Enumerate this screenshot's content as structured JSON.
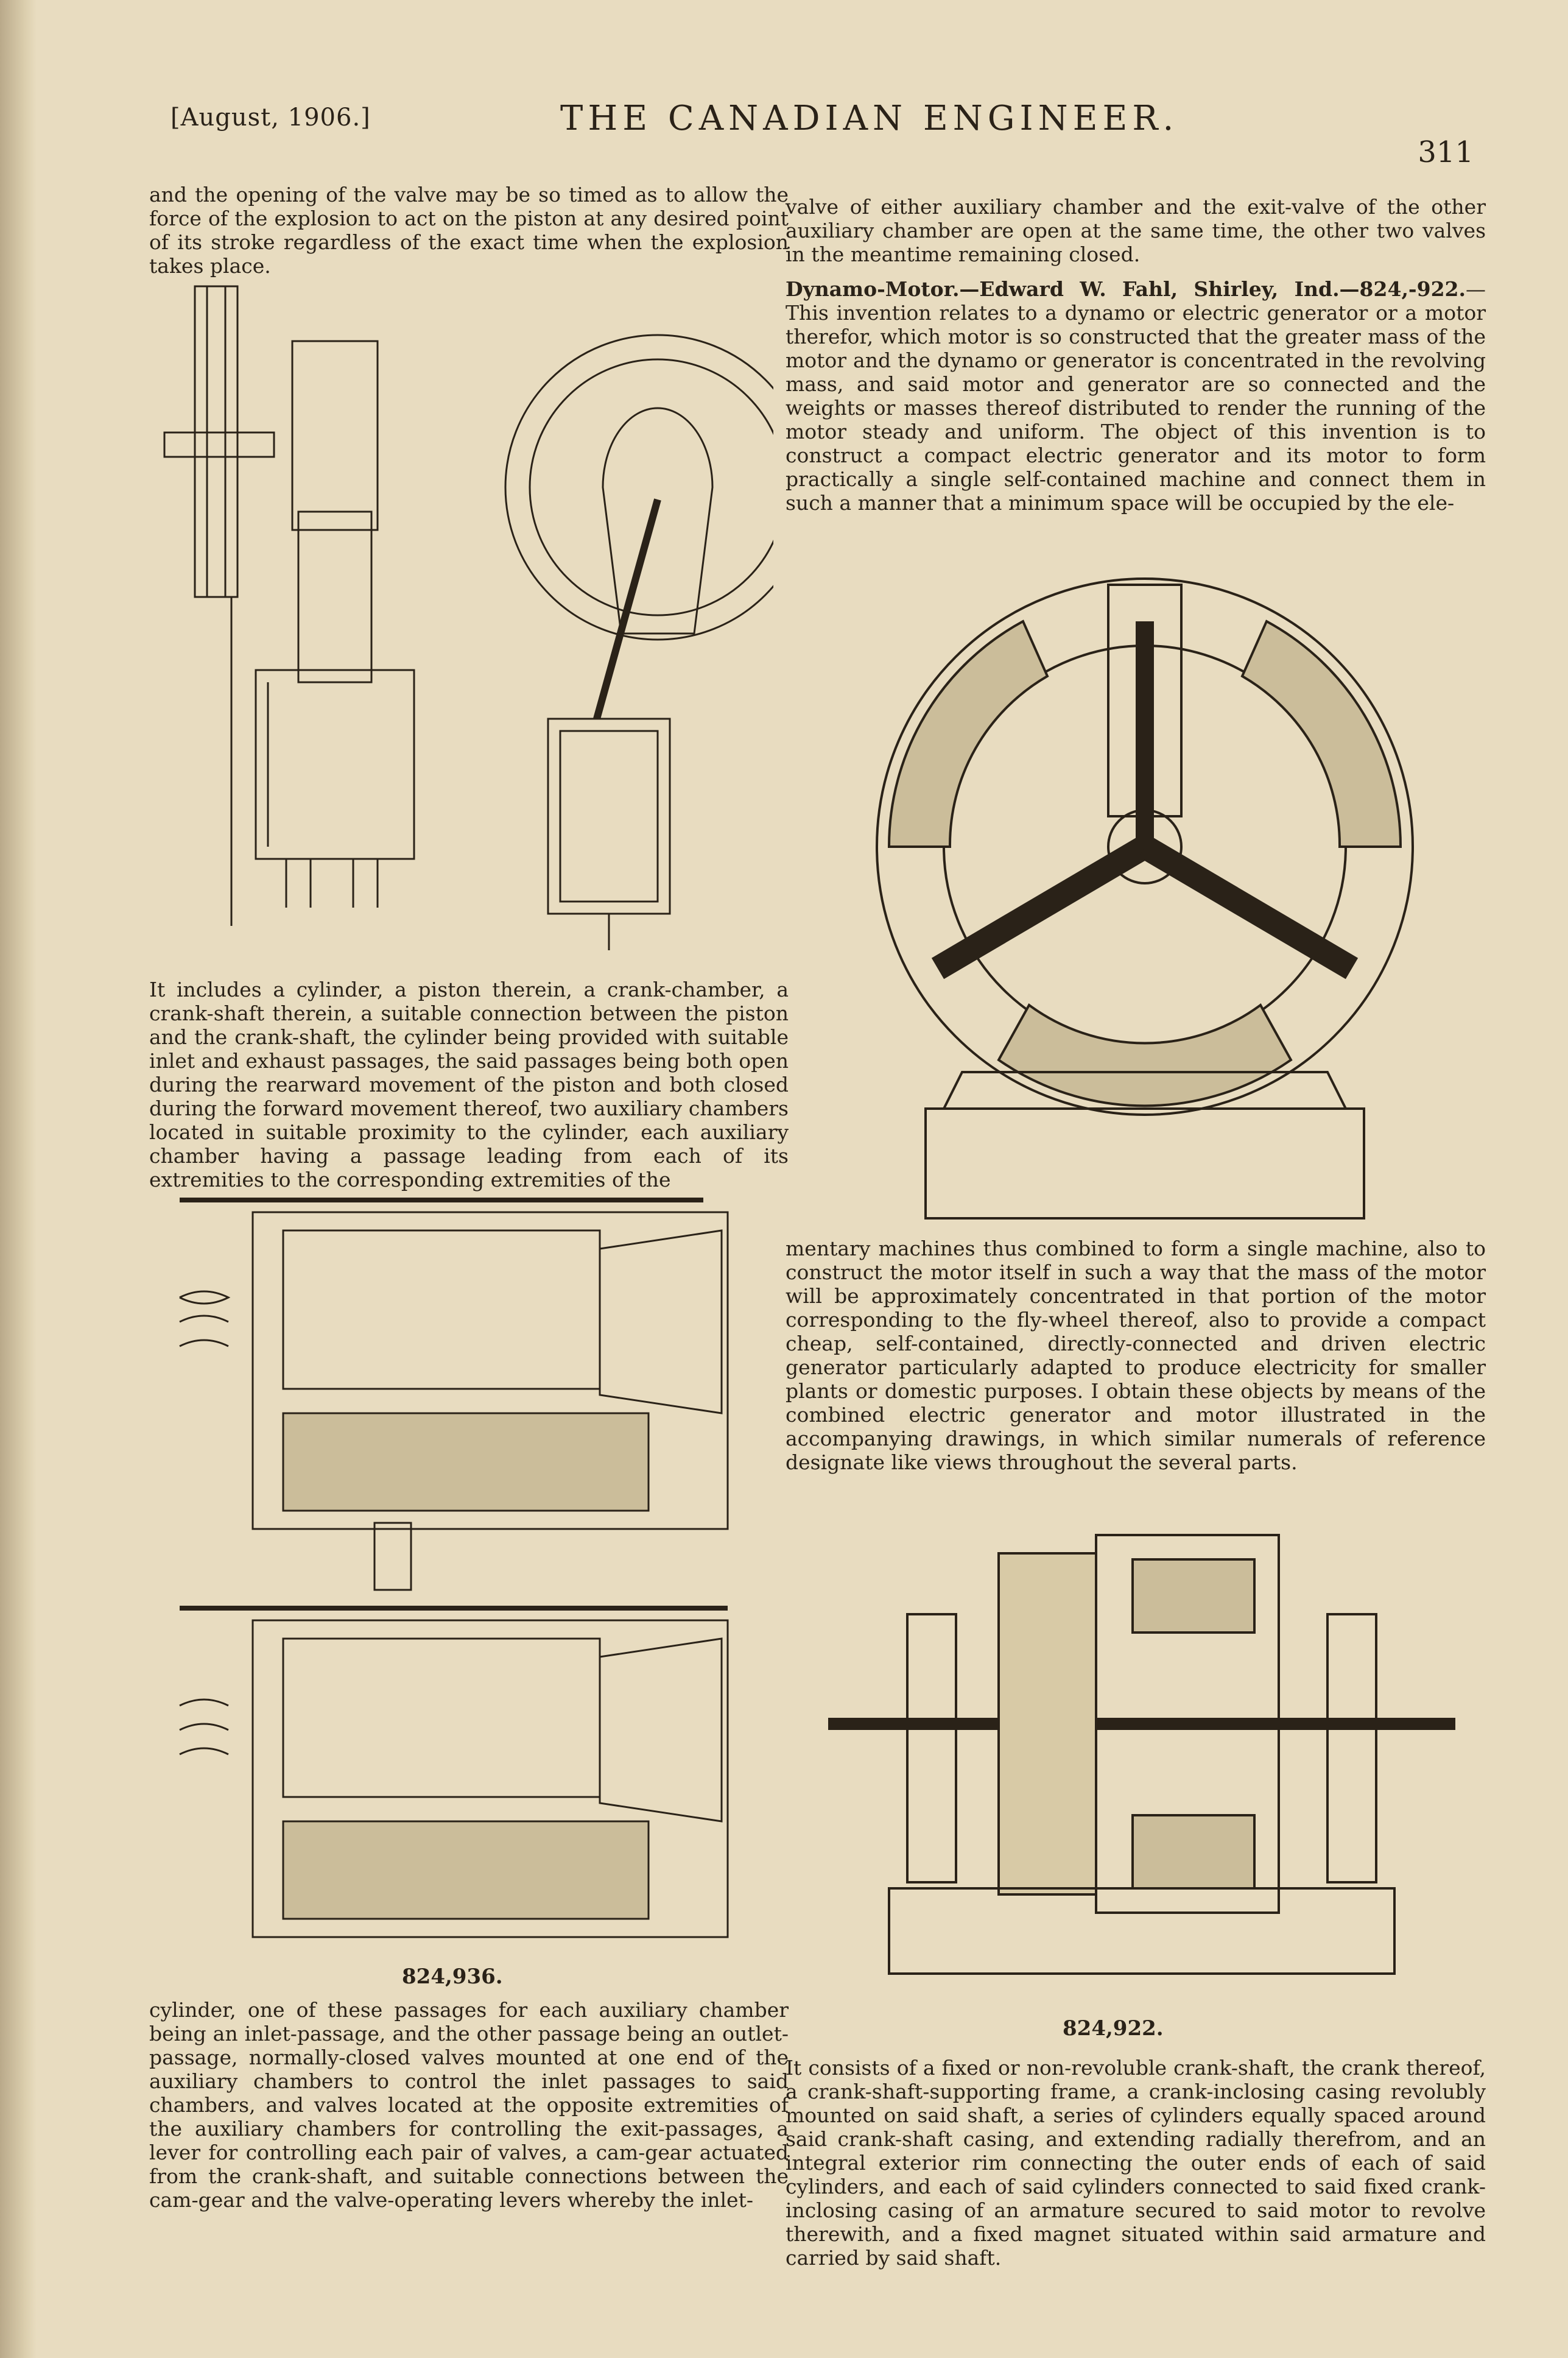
{
  "header": {
    "date": "[August, 1906.]",
    "title": "THE CANADIAN ENGINEER.",
    "page_number": "311"
  },
  "left_column": {
    "intro": "and the opening of the valve may be so timed as to allow the force of the explosion to act on the piston at any desired point of its stroke regardless of the exact time when the explosion takes place.",
    "middle": "It includes a cylinder, a piston therein, a crank-chamber, a crank-shaft therein, a suitable connection between the piston and the crank-shaft, the cylinder being provided with suitable inlet and exhaust passages, the said passages being both open during the rearward movement of the piston and both closed during the forward movement thereof, two auxiliary chambers located in suitable proximity to the cylinder, each auxiliary chamber having a passage leading from each of its extremities to the corresponding extremities of the",
    "figure_number": "824,936.",
    "bottom": "cylinder, one of these passages for each auxiliary chamber being an inlet-passage, and the other passage being an outlet-passage, normally-closed valves mounted at one end of the auxiliary chambers to control the inlet passages to said chambers, and valves located at the opposite extremities of the auxiliary chambers for controlling the exit-passages, a lever for controlling each pair of valves, a cam-gear actuated from the crank-shaft, and suitable connections between the cam-gear and the valve-operating levers whereby the inlet-"
  },
  "right_column": {
    "intro": "valve of either auxiliary chamber and the exit-valve of the other auxiliary chamber are open at the same time, the other two valves in the meantime remaining closed.",
    "heading": "Dynamo-Motor.—Edward W. Fahl, Shirley, Ind.—824,-922.",
    "heading_body": "—This invention relates to a dynamo or electric generator or a motor therefor, which motor is so constructed that the greater mass of the motor and the dynamo or generator is concentrated in the revolving mass, and said motor and generator are so connected and the weights or masses thereof distributed to render the running of the motor steady and uniform. The object of this invention is to construct a compact electric generator and its motor to form practically a single self-contained machine and connect them in such a manner that a minimum space will be occupied by the ele-",
    "middle": "mentary machines thus combined to form a single machine, also to construct the motor itself in such a way that the mass of the motor will be approximately concentrated in that portion of the motor corresponding to the fly-wheel thereof, also to provide a compact cheap, self-contained, directly-connected and driven electric generator particularly adapted to produce electricity for smaller plants or domestic purposes. I obtain these objects by means of the combined electric generator and motor illustrated in the accompanying drawings, in which similar numerals of reference designate like views throughout the several parts.",
    "figure_number": "824,922.",
    "bottom": "It consists of a fixed or non-revoluble crank-shaft, the crank thereof, a crank-shaft-supporting frame, a crank-inclosing casing revolubly mounted on said shaft, a series of cylinders equally spaced around said crank-shaft casing, and extending radially therefrom, and an integral exterior rim connecting the outer ends of each of said cylinders, and each of said cylinders connected to said fixed crank-inclosing casing of an armature secured to said motor to revolve therewith, and a fixed magnet situated within said armature and carried by said shaft."
  },
  "colors": {
    "paper": "#e8dcc0",
    "ink": "#2a2218"
  }
}
